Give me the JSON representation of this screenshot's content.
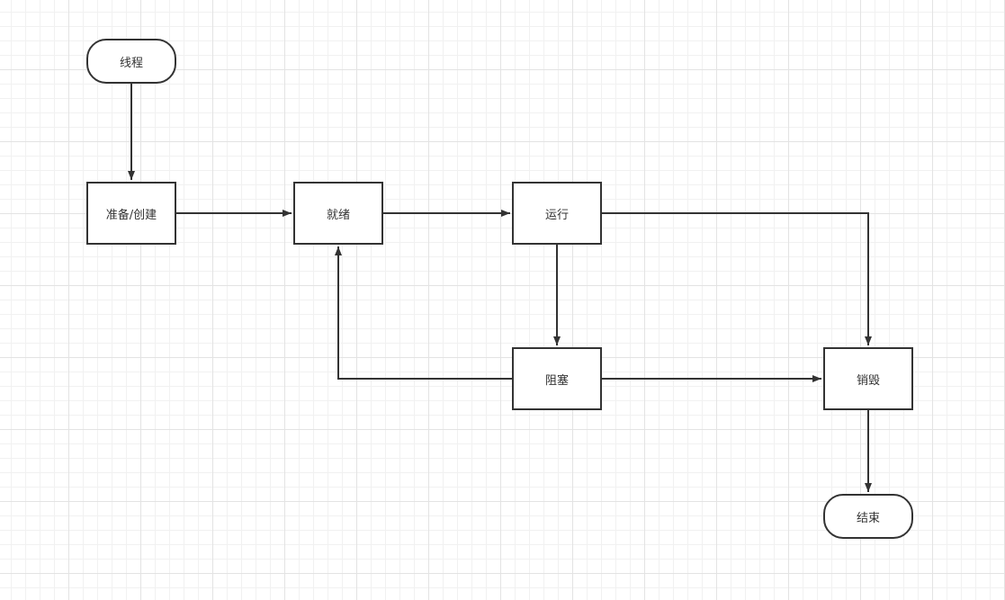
{
  "diagram": {
    "nodes": [
      {
        "id": "thread",
        "label": "线程",
        "shape": "terminal"
      },
      {
        "id": "create",
        "label": "准备/创建",
        "shape": "process"
      },
      {
        "id": "ready",
        "label": "就绪",
        "shape": "process"
      },
      {
        "id": "running",
        "label": "运行",
        "shape": "process"
      },
      {
        "id": "blocked",
        "label": "阻塞",
        "shape": "process"
      },
      {
        "id": "destroy",
        "label": "销毁",
        "shape": "process"
      },
      {
        "id": "end",
        "label": "结束",
        "shape": "terminal"
      }
    ],
    "edges": [
      {
        "from": "thread",
        "to": "create"
      },
      {
        "from": "create",
        "to": "ready"
      },
      {
        "from": "ready",
        "to": "running"
      },
      {
        "from": "running",
        "to": "blocked"
      },
      {
        "from": "running",
        "to": "destroy"
      },
      {
        "from": "blocked",
        "to": "ready"
      },
      {
        "from": "blocked",
        "to": "destroy"
      },
      {
        "from": "destroy",
        "to": "end"
      }
    ],
    "colors": {
      "stroke": "#333333",
      "grid": "#e3e3e3",
      "background": "#ffffff"
    }
  }
}
